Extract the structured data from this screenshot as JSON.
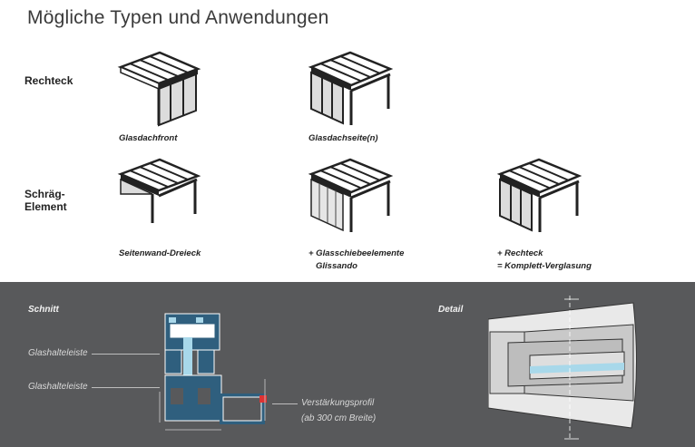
{
  "page_title": "Mögliche Typen und Anwendungen",
  "rows": {
    "rechteck": {
      "label": "Rechteck",
      "items": [
        {
          "caption": "Glasdachfront",
          "icon": "pergola-front-glazing-icon"
        },
        {
          "caption": "Glasdachseite(n)",
          "icon": "pergola-side-glazing-icon"
        }
      ]
    },
    "schraeg": {
      "label_line1": "Schräg-",
      "label_line2": "Element",
      "items": [
        {
          "caption_line1": "Seitenwand-Dreieck",
          "caption_line2": "",
          "icon": "pergola-triangle-wall-icon"
        },
        {
          "caption_line1": "+ Glasschiebeelemente",
          "caption_line2": "Glissando",
          "icon": "pergola-sliding-glass-icon"
        },
        {
          "caption_line1": "+ Rechteck",
          "caption_line2": "= Komplett-Verglasung",
          "icon": "pergola-full-glazing-icon"
        }
      ]
    }
  },
  "bottom": {
    "schnitt_label": "Schnitt",
    "detail_label": "Detail",
    "callouts": {
      "glashalteleiste_1": "Glashalteleiste",
      "glashalteleiste_2": "Glashalteleiste",
      "verstaerkung_1": "Verstärkungsprofil",
      "verstaerkung_2": "(ab 300 cm Breite)"
    },
    "colors": {
      "panel": "#58595b",
      "profile": "#3d6f8e",
      "glass": "#a8d8ea"
    }
  }
}
